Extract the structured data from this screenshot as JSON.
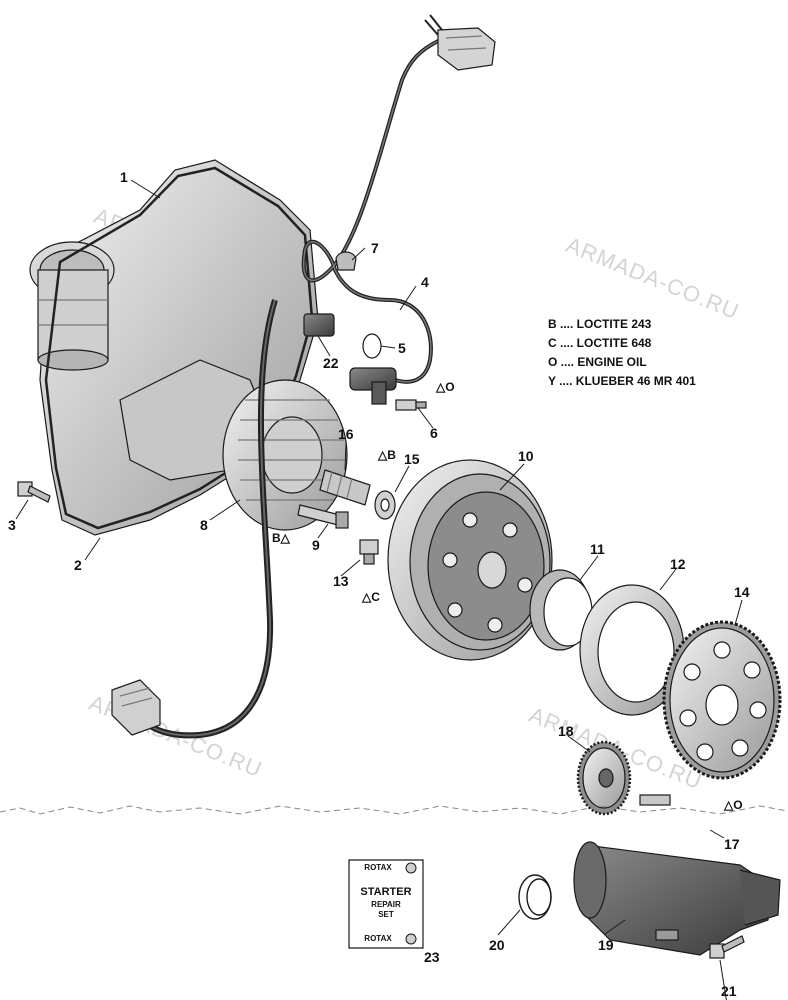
{
  "watermarks": [
    "ARMADA-CO.RU",
    "ARMADA-CO.RU",
    "ARMADA-CO.RU",
    "ARMADA-CO.RU"
  ],
  "legend": [
    {
      "code": "B",
      "text": "B .... LOCTITE 243"
    },
    {
      "code": "C",
      "text": "C .... LOCTITE 648"
    },
    {
      "code": "O",
      "text": "O .... ENGINE OIL"
    },
    {
      "code": "Y",
      "text": "Y .... KLUEBER 46 MR 401"
    }
  ],
  "callouts": [
    "1",
    "2",
    "3",
    "4",
    "5",
    "6",
    "7",
    "8",
    "9",
    "10",
    "11",
    "12",
    "13",
    "14",
    "15",
    "16",
    "17",
    "18",
    "19",
    "20",
    "21",
    "22",
    "23"
  ],
  "lubricant_marks": {
    "m6": "O",
    "m15": "B",
    "m9": "B",
    "m13": "C",
    "m14": "O"
  },
  "kit_card": {
    "brand_top": "ROTAX",
    "title": "STARTER",
    "line1": "REPAIR",
    "line2": "SET",
    "brand_bottom": "ROTAX"
  },
  "colors": {
    "line": "#1a1a1a",
    "part_fill": "#e6e6e6",
    "part_shade": "#a8a8a8",
    "watermark": "#d4d4d4"
  }
}
